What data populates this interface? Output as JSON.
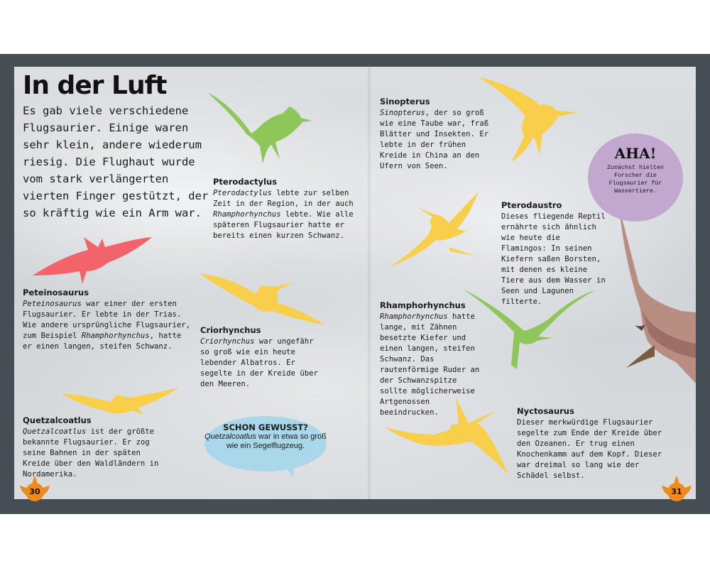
{
  "page": {
    "title": "In der Luft",
    "intro": "Es gab viele verschiedene Flugsaurier. Einige waren sehr klein, andere wiederum riesig. Die Flughaut wurde vom stark verlängerten vierten Finger gestützt, der so kräftig wie ein Arm war."
  },
  "entries": {
    "pterodactylus": {
      "name": "Pterodactylus",
      "italic": "Pterodactylus",
      "text": " lebte zur selben Zeit in der Region, in der auch ",
      "italic2": "Rhamphorhynchus",
      "text2": " lebte. Wie alle späteren Flugsaurier hatte er bereits einen kurzen Schwanz."
    },
    "sinopterus": {
      "name": "Sinopterus",
      "italic": "Sinopterus",
      "text": ", der so groß wie eine Taube war, fraß Blätter und Insekten. Er lebte in der frühen Kreide in China an den Ufern von Seen."
    },
    "pterodaustro": {
      "name": "Pterodaustro",
      "text": "Dieses fliegende Reptil ernährte sich ähnlich wie heute die Flamingos: In seinen Kiefern saßen Borsten, mit denen es kleine Tiere aus dem Wasser in Seen und Lagunen filterte."
    },
    "peteinosaurus": {
      "name": "Peteinosaurus",
      "italic": "Peteinosaurus",
      "text": " war einer der ersten Flugsaurier. Er lebte in der Trias. Wie andere ursprüngliche Flugsaurier, zum Beispiel ",
      "italic2": "Rhamphorhynchus",
      "text2": ", hatte er einen langen, steifen Schwanz."
    },
    "criorhynchus": {
      "name": "Criorhynchus",
      "italic": "Criorhynchus",
      "text": " war ungefähr so groß wie ein heute lebender Albatros. Er segelte in der Kreide über den Meeren."
    },
    "rhamphorhynchus": {
      "name": "Rhamphorhynchus",
      "italic": "Rhamphorhynchus",
      "text": " hatte lange, mit Zähnen besetzte Kiefer und einen langen, steifen Schwanz. Das rautenförmige Ruder an der Schwanzspitze sollte möglicherweise Artgenossen beeindrucken."
    },
    "quetzalcoatlus": {
      "name": "Quetzalcoatlus",
      "italic": "Quetzalcoatlus",
      "text": " ist der größte bekannte Flugsaurier. Er zog seine Bahnen in der späten Kreide über den Waldländern in Nordamerika."
    },
    "nyctosaurus": {
      "name": "Nyctosaurus",
      "text": "Dieser merkwürdige Flugsaurier segelte zum Ende der Kreide über den Ozeanen. Er trug einen Knochenkamm auf dem Kopf. Dieser war dreimal so lang wie der Schädel selbst."
    }
  },
  "callouts": {
    "schon_gewusst": {
      "title": "SCHON GEWUSST?",
      "italic": "Quetzalcoatlus",
      "text": " war in etwa so groß wie ein Segelflugzeug."
    },
    "aha": {
      "title": "AHA!",
      "text": "Zunächst hielten Forscher die Flugsaurier für Wassertiere."
    }
  },
  "page_numbers": {
    "left": "30",
    "right": "31"
  },
  "colors": {
    "green": "#8fc65a",
    "yellow": "#f7cf4a",
    "red": "#f2646a",
    "bubble_blue": "#aad8ea",
    "aha_purple": "#c2a7cf",
    "page_orange": "#f08a1c"
  },
  "icons": [
    "pterodactylus-silhouette",
    "sinopterus-silhouette",
    "pterodaustro-silhouette",
    "peteinosaurus-silhouette",
    "criorhynchus-silhouette",
    "rhamphorhynchus-silhouette",
    "quetzalcoatlus-silhouette",
    "nyctosaurus-silhouette",
    "pteranodon-illustration",
    "leaf-icon"
  ]
}
